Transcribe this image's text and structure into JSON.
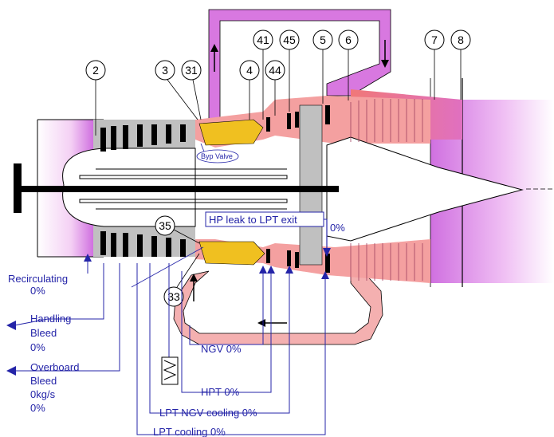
{
  "stations": [
    "2",
    "3",
    "31",
    "4",
    "41",
    "44",
    "45",
    "5",
    "6",
    "7",
    "8",
    "35",
    "33"
  ],
  "labels": {
    "byp_valve": "Byp Valve",
    "hp_leak": "HP leak to LPT exit",
    "hp_leak_value": "0%",
    "recirculating": "Recirculating",
    "recirculating_value": "0%",
    "handling": "Handling",
    "handling_bleed": "Bleed",
    "handling_value": "0%",
    "overboard": "Overboard",
    "overboard_bleed": "Bleed",
    "overboard_flow": "0kg/s",
    "overboard_value": "0%",
    "ngv": "NGV  0%",
    "hpt": "HPT  0%",
    "lpt_ngv_cooling": "LPT NGV cooling  0%",
    "lpt_cooling": "LPT cooling  0%"
  },
  "colors": {
    "bypass_duct": "#d878e0",
    "recirc_duct": "#f4b0b0",
    "combustor": "#f0c020",
    "turbine": "#f08080",
    "compressor_blades": "#000000",
    "casing": "#c0c0c0",
    "text": "#2424a8"
  }
}
